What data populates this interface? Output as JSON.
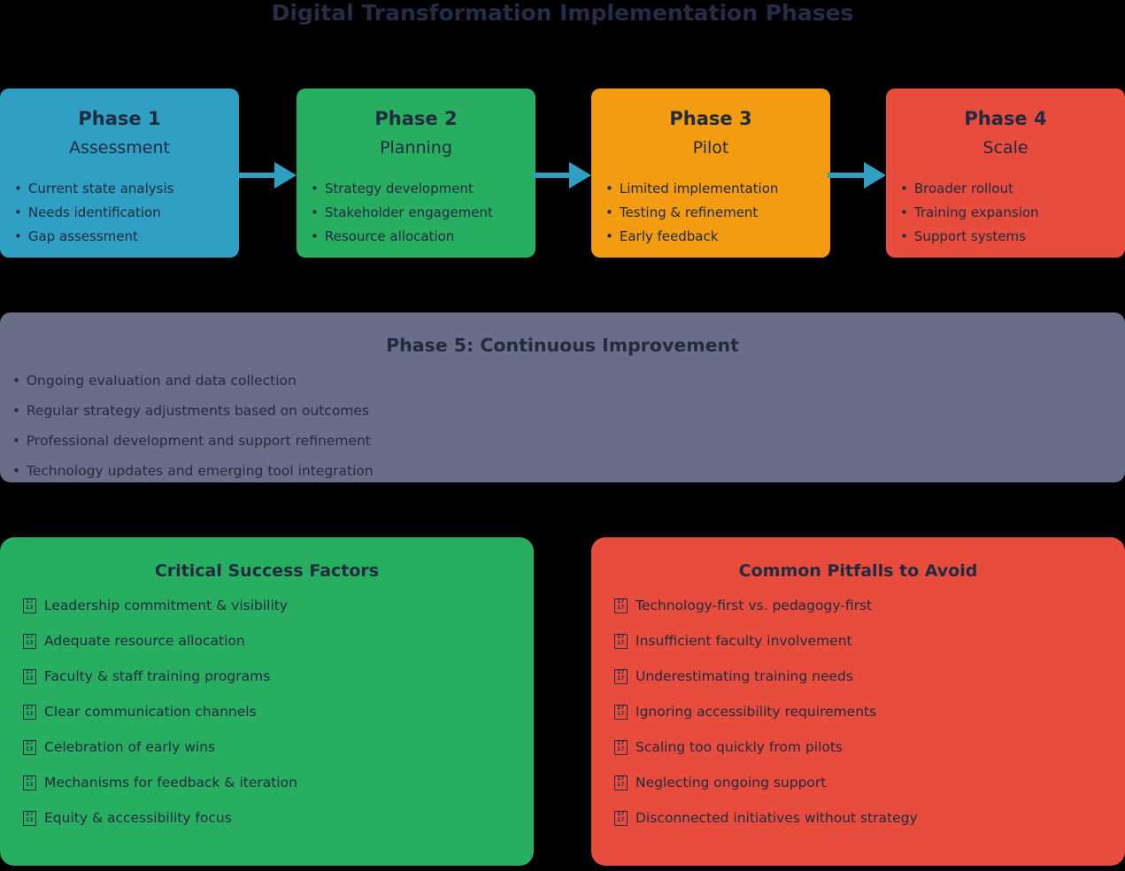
{
  "title": "Digital Transformation Implementation Phases",
  "colors": {
    "background": "#000000",
    "text": "#222A40",
    "arrow": "#2FA0C4"
  },
  "phases": [
    {
      "label": "Phase 1",
      "name": "Assessment",
      "color": "#2FA0C4",
      "items": [
        "Current state analysis",
        "Needs identification",
        "Gap assessment"
      ]
    },
    {
      "label": "Phase 2",
      "name": "Planning",
      "color": "#27AE60",
      "items": [
        "Strategy development",
        "Stakeholder engagement",
        "Resource allocation"
      ]
    },
    {
      "label": "Phase 3",
      "name": "Pilot",
      "color": "#F39C12",
      "items": [
        "Limited implementation",
        "Testing & refinement",
        "Early feedback"
      ]
    },
    {
      "label": "Phase 4",
      "name": "Scale",
      "color": "#E74C3C",
      "items": [
        "Broader rollout",
        "Training expansion",
        "Support systems"
      ]
    }
  ],
  "phase5": {
    "title": "Phase 5: Continuous Improvement",
    "color": "#686E88",
    "items": [
      "Ongoing evaluation and data collection",
      "Regular strategy adjustments based on outcomes",
      "Professional development and support refinement",
      "Technology updates and emerging tool integration"
    ]
  },
  "success_factors": {
    "title": "Critical Success Factors",
    "color": "#27AE60",
    "icon": {
      "name": "check-mark-missing-glyph-icon",
      "rows": [
        "27",
        "13"
      ]
    },
    "items": [
      "Leadership commitment & visibility",
      "Adequate resource allocation",
      "Faculty & staff training programs",
      "Clear communication channels",
      "Celebration of early wins",
      "Mechanisms for feedback & iteration",
      "Equity & accessibility focus"
    ]
  },
  "pitfalls": {
    "title": "Common Pitfalls to Avoid",
    "color": "#E74C3C",
    "icon": {
      "name": "ballot-x-missing-glyph-icon",
      "rows": [
        "27",
        "17"
      ]
    },
    "items": [
      "Technology-first vs. pedagogy-first",
      "Insufficient faculty involvement",
      "Underestimating training needs",
      "Ignoring accessibility requirements",
      "Scaling too quickly from pilots",
      "Neglecting ongoing support",
      "Disconnected initiatives without strategy"
    ]
  }
}
